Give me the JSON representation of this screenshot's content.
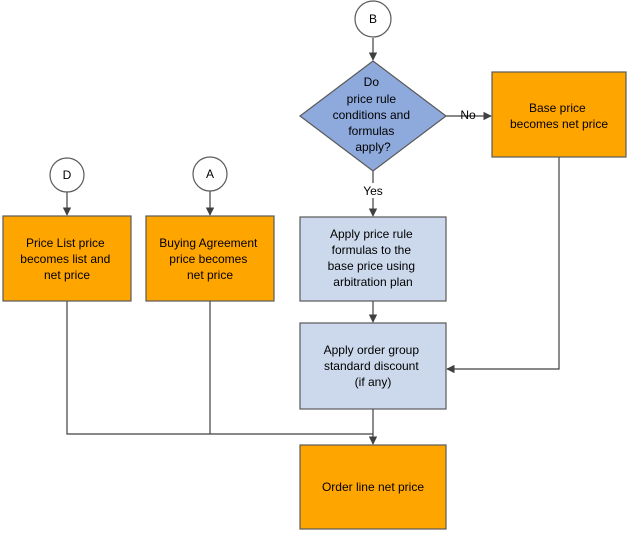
{
  "colors": {
    "orange": "#FFA500",
    "blue_box": "#CCD9EC",
    "diamond": "#8EA9DB",
    "connector": "#FFFFFF"
  },
  "connectors": {
    "b": "B",
    "d": "D",
    "a": "A"
  },
  "decision": {
    "lines": [
      "Do",
      "price rule",
      "conditions and",
      "formulas",
      "apply?"
    ],
    "yes": "Yes",
    "no": "No"
  },
  "boxes": {
    "base_price": [
      "Base price",
      "becomes net price"
    ],
    "price_list": [
      "Price List price",
      "becomes list and",
      "net price"
    ],
    "buying_agreement": [
      "Buying Agreement",
      "price becomes",
      "net price"
    ],
    "apply_formulas": [
      "Apply price rule",
      "formulas to the",
      "base price using",
      "arbitration plan"
    ],
    "apply_discount": [
      "Apply order group",
      "standard discount",
      "(if any)"
    ],
    "order_line": [
      "Order line net price"
    ]
  }
}
